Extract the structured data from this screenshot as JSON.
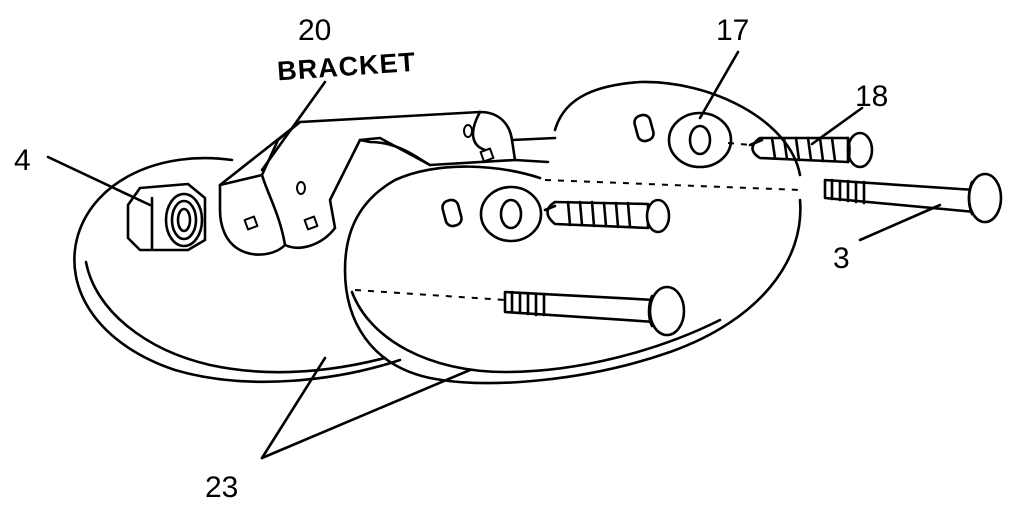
{
  "labels": {
    "bracket_number": "20",
    "bracket_word": "BRACKET",
    "nut": "4",
    "washer": "17",
    "screw": "18",
    "bolt": "3",
    "blades": "23"
  }
}
